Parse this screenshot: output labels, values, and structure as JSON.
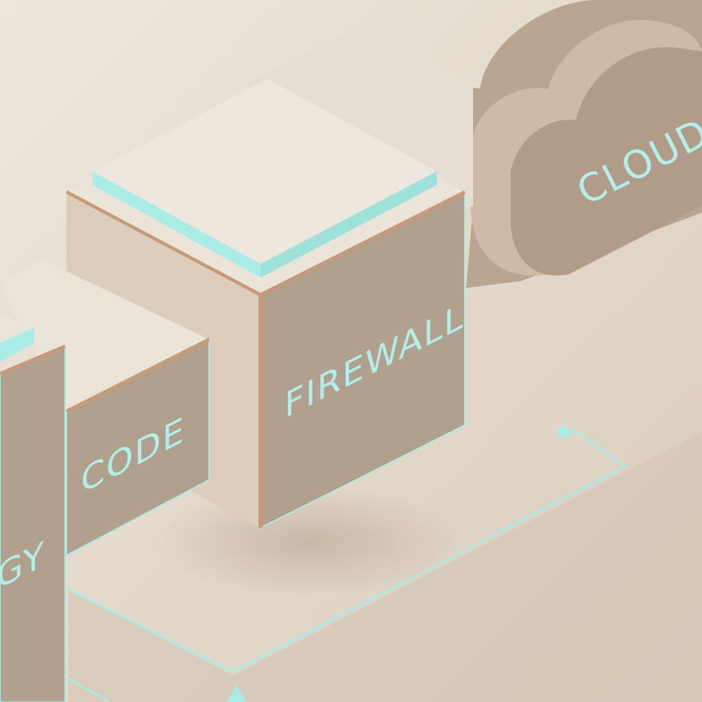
{
  "scene": {
    "labels": {
      "cloud": "CLOUD",
      "firewall": "FIREWALL",
      "code": "CODE",
      "partial_left": "GY"
    },
    "colors": {
      "background": "#e9e2d7",
      "box_top": "#ece5da",
      "box_left": "#dccdbd",
      "box_right": "#b2a08f",
      "accent_cyan": "#a9ece6",
      "edge_copper": "#c99a78"
    }
  }
}
